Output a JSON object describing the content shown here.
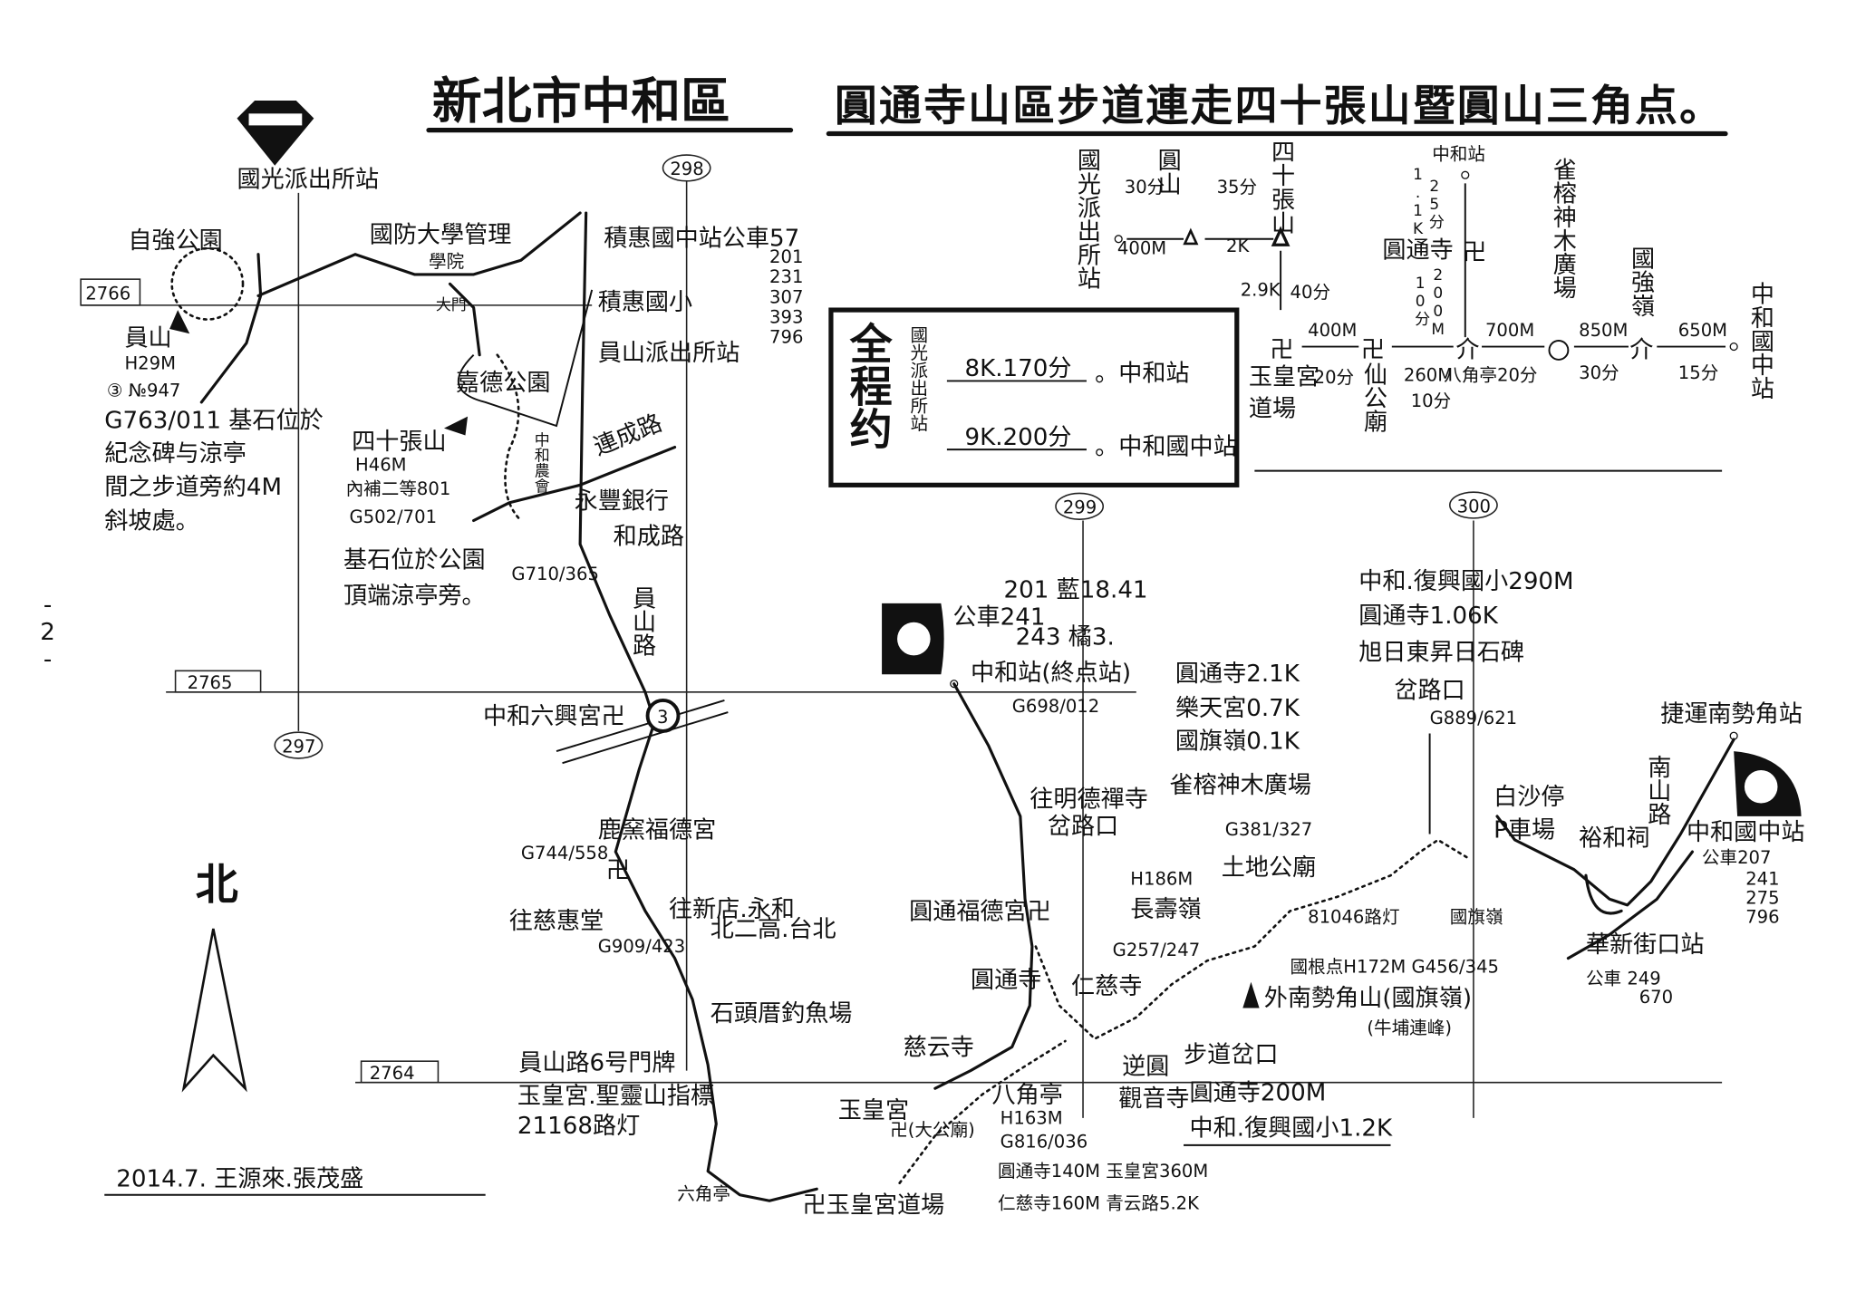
{
  "title": {
    "district": "新北市中和區",
    "route": "圓通寺山區步道連走四十張山暨圓山三角点。"
  },
  "page_number": "-2-",
  "grid": {
    "h2766": "2766",
    "h2765": "2765",
    "h2764": "2764",
    "v297": "297",
    "v298": "298",
    "v299": "299",
    "v300": "300"
  },
  "summary": {
    "heading": "全程约",
    "start": "國光派出所站",
    "route1_distance": "8K.170分",
    "route1_end": "。中和站",
    "route2_distance": "9K.200分",
    "route2_end": "。中和國中站"
  },
  "schematic": {
    "guoguang": "國光派出所站",
    "yuanshan": "圓山",
    "sishizhang": "四十張山",
    "t1": "30分",
    "d1": "400M",
    "t2": "35分",
    "d2": "2K",
    "d3": "2.9K",
    "t3": "40分",
    "zhonghe_station": "中和站",
    "d4": "1.1K",
    "t4": "25分",
    "yuantong": "圓通寺",
    "d5": "200M",
    "t5": "10分",
    "queyong": "雀榕神木廣場",
    "guoqiang": "國強嶺",
    "zhonghe_junior": "中和國中站",
    "yuhuang": "玉皇宮",
    "yuhuang2": "道場",
    "d6": "400M",
    "t6": "20分",
    "xiangong": "仙公廟",
    "d7": "260M",
    "t7": "10分",
    "bajiao": "八角亭20分",
    "d8": "700M",
    "d9": "850M",
    "t9": "30分",
    "d10": "650M",
    "t10": "15分"
  },
  "left_map": {
    "guoguang_station": "國光派出所站",
    "ziqiang_park": "自強公園",
    "ndu_1": "國防大學管理",
    "ndu_2": "學院",
    "main_gate": "大門",
    "jihui_bus": "積惠國中站公車57",
    "jihui_bus_routes": [
      "201",
      "231",
      "307",
      "393",
      "796"
    ],
    "jihui_elem": "積惠國小",
    "yuanshan_police": "員山派出所站",
    "yuanshan_peak": "員山",
    "yuanshan_h": "H29M",
    "yuanshan_no": "③ №947",
    "yuanshan_note": [
      "G763/011 基石位於",
      "紀念碑与涼亭",
      "間之步道旁約4M",
      "斜坡處。"
    ],
    "jiade_park": "嘉德公園",
    "sishizhang_peak": "四十張山",
    "sishizhang_h": "H46M",
    "sishizhang_no": "內補二等801",
    "sishizhang_g": "G502/701",
    "sishizhang_note": [
      "基石位於公園",
      "頂端涼亭旁。"
    ],
    "farmers_assoc": "中和農會",
    "liancheng_rd": "連成路",
    "yongfeng_bank": "永豐銀行",
    "hecheng_rd": "和成路",
    "g710": "G710/365",
    "yuanshan_rd": "員山路",
    "liuxing_temple": "中和六興宮卍",
    "route3_badge": "3",
    "luyao_temple": "鹿窯福德宮",
    "g744": "G744/558",
    "to_cihui": "往慈惠堂",
    "g909": "G909/423",
    "to_xindian_1": "往新店.永和",
    "to_xindian_2": "北二高.台北",
    "fishing": "石頭厝釣魚場",
    "door_note": [
      "員山路6号門牌",
      "玉皇宮.聖靈山指標",
      "21168路灯"
    ],
    "hexagon_pavilion": "六角亭",
    "yuhuang_daochang": "卍玉皇宮道場",
    "yuhuang_temple": "玉皇宮",
    "dagong_temple": "卍(大公廟)"
  },
  "mid_map": {
    "bus_1": "201 藍18.41",
    "bus_2": "公車241",
    "bus_3": "243 橘3.",
    "zhonghe_terminal": "中和站(終点站)",
    "g698": "G698/012",
    "mingde_1": "往明德禪寺",
    "mingde_2": "岔路口",
    "fude_temple": "圓通福德宮卍",
    "yuantong_temple": "圓通寺",
    "ciyun_temple": "慈云寺",
    "bajiao": "八角亭",
    "bajiao_h": "H163M",
    "bajiao_g": "G816/036",
    "bajiao_note1": "圓通寺140M 玉皇宮360M",
    "bajiao_note2": "仁慈寺160M 青云路5.2K",
    "renci_temple": "仁慈寺",
    "niyuan": "逆圓",
    "guanyin": "觀音寺",
    "dist_list": [
      "圓通寺2.1K",
      "樂天宮0.7K",
      "國旗嶺0.1K",
      "雀榕神木廣場"
    ],
    "g381": "G381/327",
    "tudi_temple": "土地公廟",
    "changshou_h": "H186M",
    "changshou": "長壽嶺",
    "g257": "G257/247",
    "junction": "步道岔口",
    "junction_d1": "圓通寺200M",
    "junction_d2": "中和.復興國小1.2K",
    "lamp": "81046路灯",
    "benchmark": "國根点H172M G456/345",
    "nanshijiao_peak": "外南勢角山(國旗嶺)",
    "niupu": "(牛埔連峰)"
  },
  "right_map": {
    "fuxing_1": "中和.復興國小290M",
    "fuxing_2": "圓通寺1.06K",
    "fuxing_3": "旭日東昇日石碑",
    "fuxing_4": "岔路口",
    "g889": "G889/621",
    "guoqi_ridge": "國旗嶺",
    "baisha_1": "白沙停",
    "baisha_2": "P車場",
    "nanshan_rd": "南山路",
    "yuhe_shrine": "裕和祠",
    "zhonghe_junior": "中和國中站",
    "zhonghe_junior_bus": [
      "公車207",
      "241",
      "275",
      "796"
    ],
    "huaxin": "華新街口站",
    "huaxin_bus": [
      "公車 249",
      "670"
    ],
    "mrt": "捷運南勢角站"
  },
  "north": "北",
  "credits": "2014.7.   王源來.張茂盛"
}
